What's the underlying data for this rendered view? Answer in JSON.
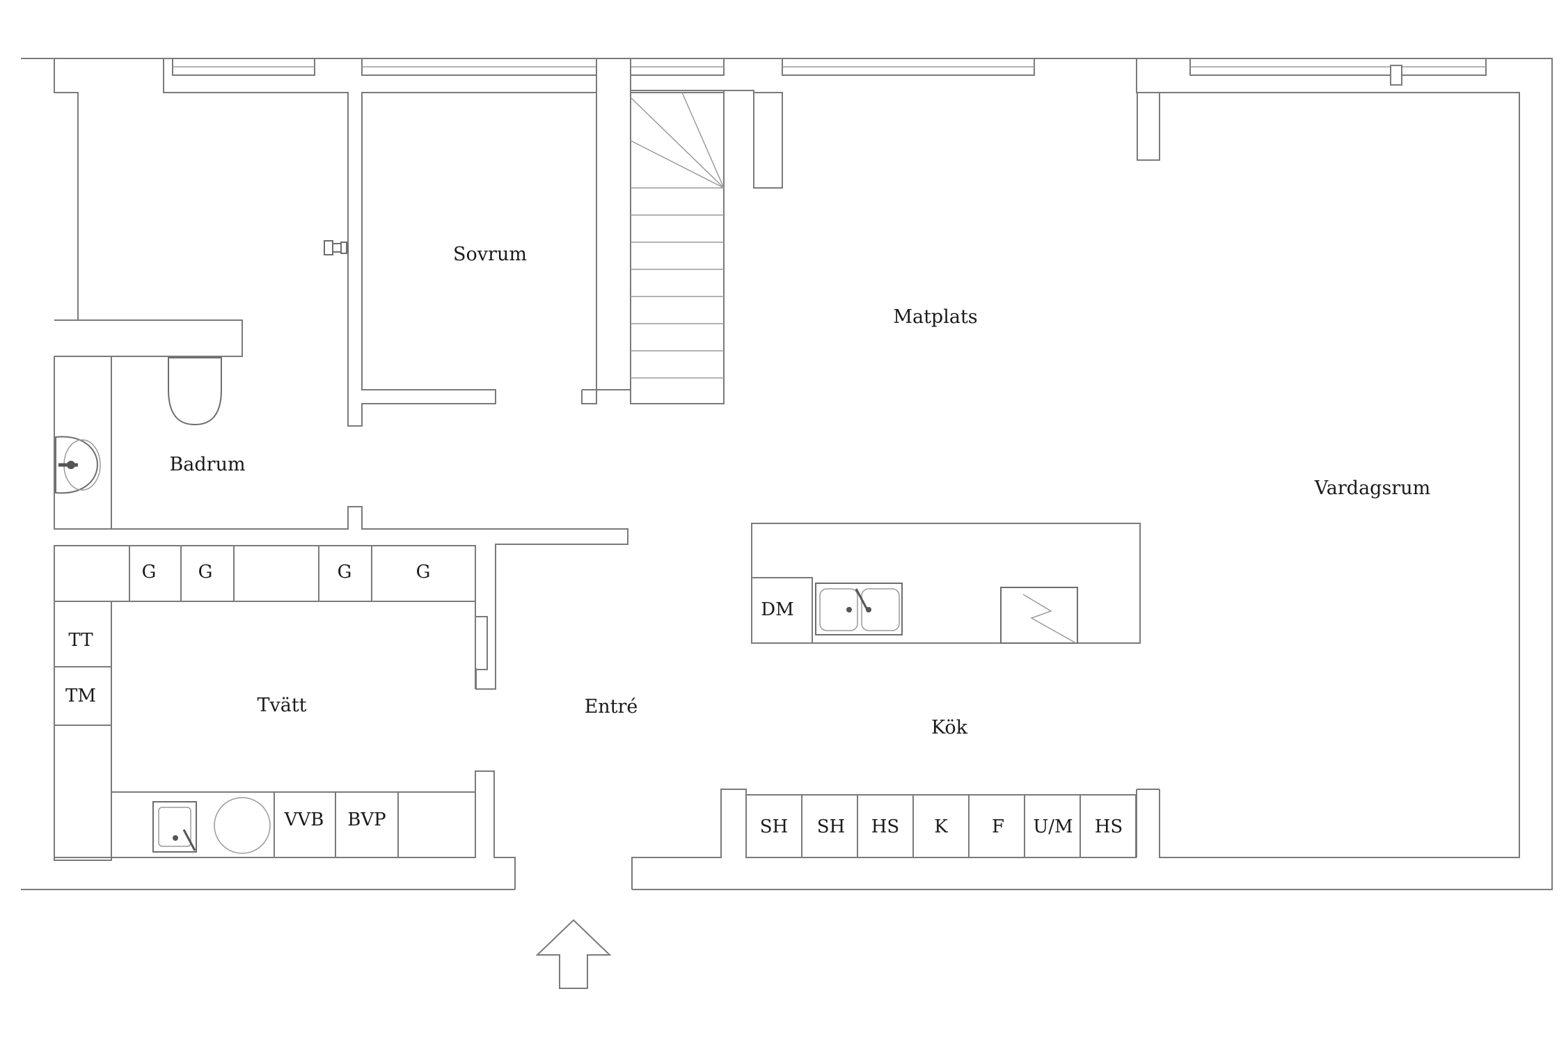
{
  "rooms": {
    "sovrum": "Sovrum",
    "matplats": "Matplats",
    "badrum": "Badrum",
    "vardagsrum": "Vardagsrum",
    "tvatt": "Tvätt",
    "entre": "Entré",
    "kok": "Kök"
  },
  "laundry_units": {
    "top": [
      "G",
      "G",
      "G",
      "G"
    ],
    "left": [
      "TT",
      "TM"
    ],
    "bottom": [
      "VVB",
      "BVP"
    ]
  },
  "kitchen": {
    "island_dm": "DM",
    "cabinets": [
      "SH",
      "SH",
      "HS",
      "K",
      "F",
      "U/M",
      "HS"
    ]
  },
  "colors": {
    "wall": "#7a7a7a",
    "text": "#1a1a1a",
    "background": "#ffffff"
  },
  "icons": [
    "entrance-arrow-icon",
    "toilet-icon",
    "washbasin-icon",
    "sink-icon",
    "stove-icon"
  ]
}
